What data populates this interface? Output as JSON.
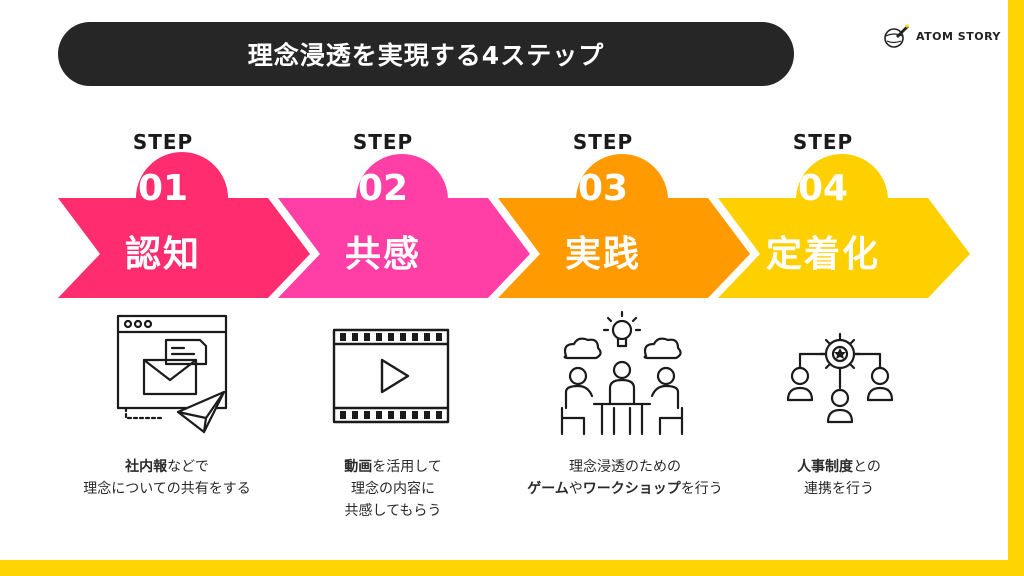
{
  "title": "理念浸透を実現する4ステップ",
  "brand": {
    "name": "ATOM STORY"
  },
  "step_label": "STEP",
  "steps": [
    {
      "number": "01",
      "word": "認知",
      "color": "#ff2d6f",
      "icon": "email-paper-plane-icon",
      "caption": {
        "line1_bold": "社内報",
        "line1_rest": "などで",
        "line2": "理念についての共有をする"
      }
    },
    {
      "number": "02",
      "word": "共感",
      "color": "#ff3fa6",
      "icon": "video-play-icon",
      "caption": {
        "line1_bold": "動画",
        "line1_rest": "を活用して",
        "line2": "理念の内容に",
        "line3": "共感してもらう"
      }
    },
    {
      "number": "03",
      "word": "実践",
      "color": "#ff9a00",
      "icon": "team-meeting-icon",
      "caption": {
        "line1": "理念浸透のための",
        "line2_bold1": "ゲーム",
        "line2_mid": "や",
        "line2_bold2": "ワークショップ",
        "line2_rest": "を行う"
      }
    },
    {
      "number": "04",
      "word": "定着化",
      "color": "#ffd000",
      "icon": "hr-system-icon",
      "caption": {
        "line1_bold": "人事制度",
        "line1_rest": "との",
        "line2": "連携を行う"
      }
    }
  ]
}
